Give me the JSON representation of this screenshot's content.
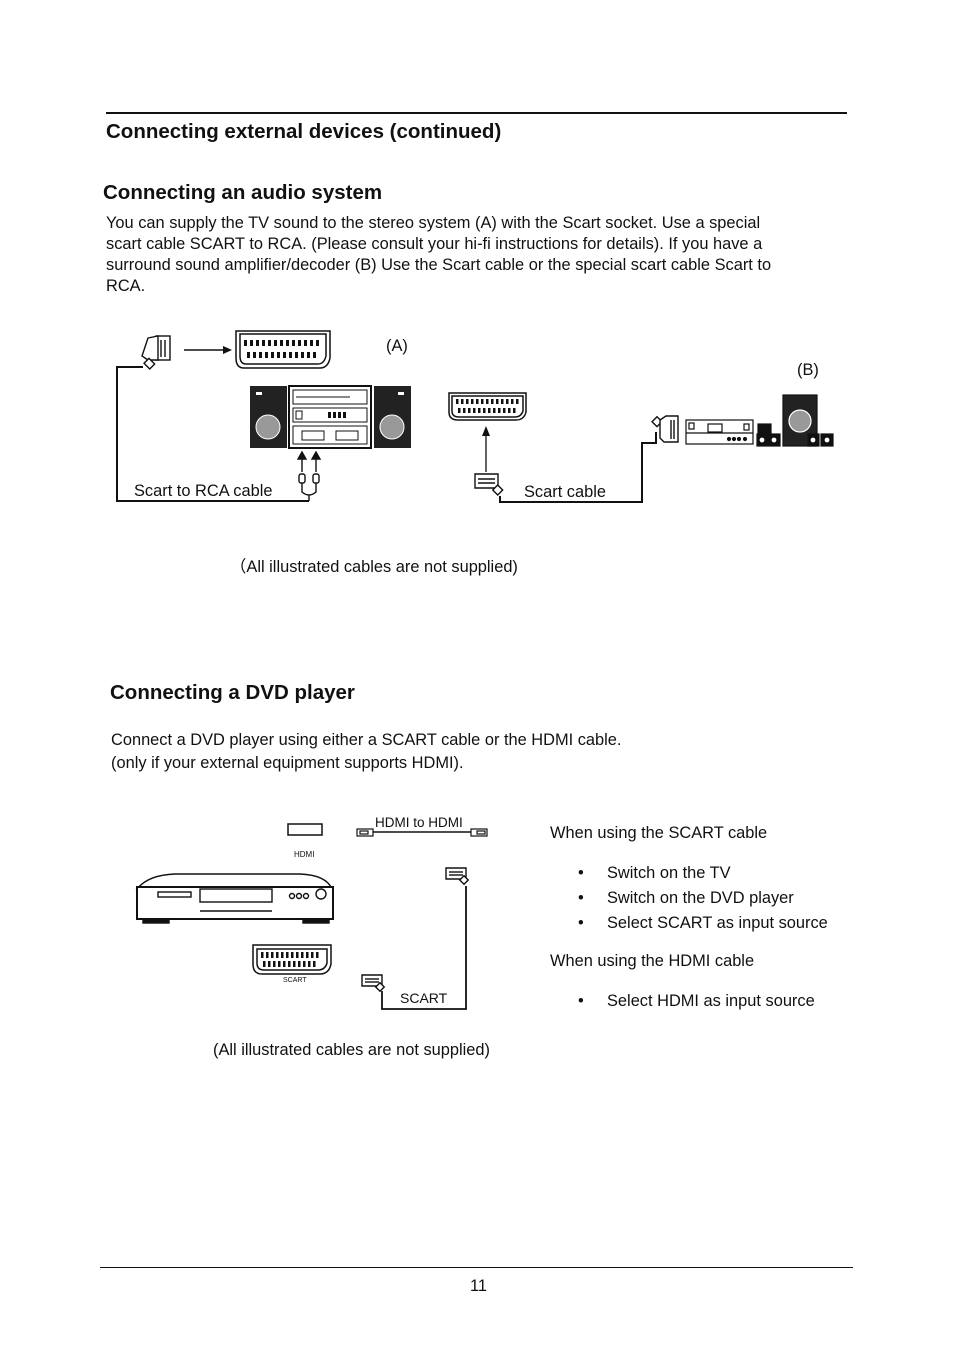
{
  "header": {
    "title": "Connecting external devices (continued)"
  },
  "audio": {
    "heading": "Connecting an audio system",
    "lines": [
      "You can supply the TV sound to the stereo system (A) with the Scart socket. Use a special",
      "scart cable SCART to RCA. (Please consult your hi-fi instructions for details). If you have a",
      "surround sound amplifier/decoder (B) Use the Scart cable or the special scart cable Scart to",
      "RCA."
    ],
    "label_a": "(A)",
    "label_b": "(B)",
    "scart_rca_label": "Scart to RCA cable",
    "scart_cable_label": "Scart cable",
    "note": "（All illustrated cables are not supplied)"
  },
  "dvd": {
    "heading": "Connecting a DVD player",
    "lines": [
      "Connect  a DVD player using either a SCART cable or the HDMI cable.",
      "(only if your external equipment supports HDMI)."
    ],
    "hdmi_port_label": "HDMI",
    "scart_port_label": "SCART",
    "hdmi_cable_label": "HDMI to HDMI",
    "scart_cable_label": "SCART",
    "scart_title": "When using the SCART cable",
    "scart_steps": [
      "Switch on the TV",
      "Switch on the DVD player",
      "Select SCART as input source"
    ],
    "hdmi_title": "When using the HDMI cable",
    "hdmi_steps": [
      "Select HDMI as input source"
    ],
    "note": "(All illustrated cables are not supplied)"
  },
  "footer": {
    "page_number": "11"
  }
}
